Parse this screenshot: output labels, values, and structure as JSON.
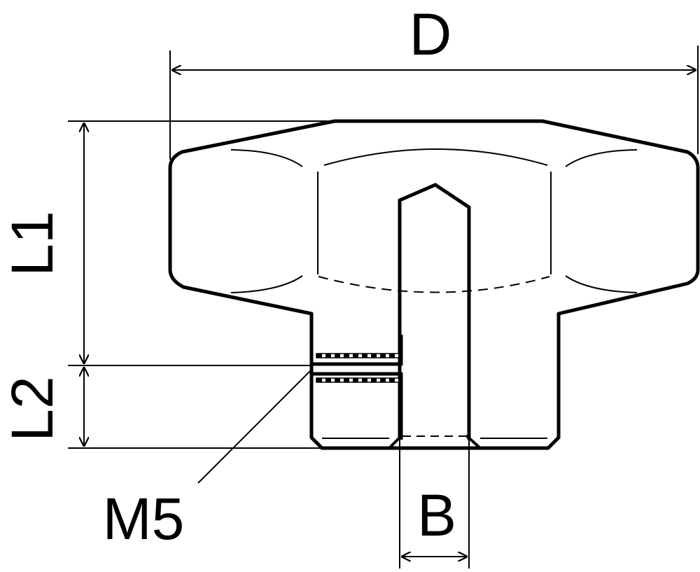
{
  "labels": {
    "diameter": "D",
    "length_1": "L1",
    "length_2": "L2",
    "thread": "M5",
    "bore": "B"
  },
  "colors": {
    "line": "#000000",
    "background": "#ffffff"
  }
}
